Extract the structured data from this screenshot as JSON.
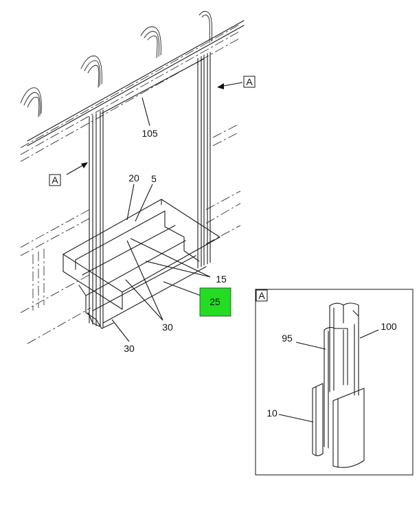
{
  "callouts": {
    "c105": "105",
    "c20": "20",
    "c5": "5",
    "c15": "15",
    "c25": "25",
    "c30a": "30",
    "c30b": "30",
    "c95": "95",
    "c100": "100",
    "c10": "10"
  },
  "view_refs": {
    "upper": "A",
    "left": "A",
    "detail": "A"
  },
  "colors": {
    "highlight": "#22dd22",
    "line": "#1a1a1a"
  }
}
